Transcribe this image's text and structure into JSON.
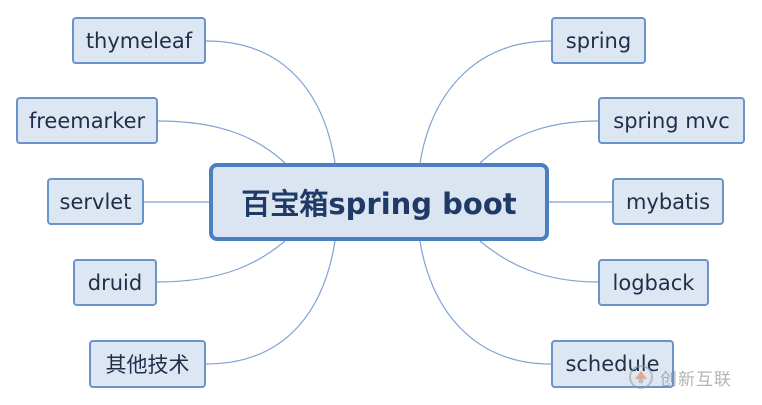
{
  "central": {
    "label": "百宝箱spring boot"
  },
  "left_nodes": [
    {
      "label": "thymeleaf"
    },
    {
      "label": "freemarker"
    },
    {
      "label": "servlet"
    },
    {
      "label": "druid"
    },
    {
      "label": "其他技术"
    }
  ],
  "right_nodes": [
    {
      "label": "spring"
    },
    {
      "label": "spring mvc"
    },
    {
      "label": "mybatis"
    },
    {
      "label": "logback"
    },
    {
      "label": "schedule"
    }
  ],
  "watermark": {
    "text": "创新互联"
  },
  "colors": {
    "node_fill": "#dde7f3",
    "node_border": "#6a94c9",
    "central_border": "#4a7fc2",
    "connector": "#7ea3d3",
    "watermark_orange": "#e6783a"
  }
}
